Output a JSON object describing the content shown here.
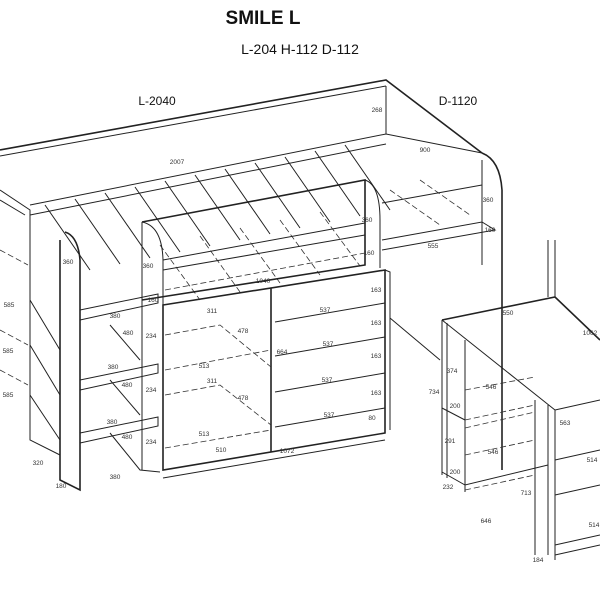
{
  "header": {
    "title": "SMILE L",
    "subtitle": "L-204 H-112 D-112"
  },
  "overall": {
    "length": "L-2040",
    "depth": "D-1120"
  },
  "bed": {
    "rail_height": "268",
    "mattress_length": "2007",
    "mattress_width": "900",
    "right_guard": "360",
    "right_gap": "160",
    "right_shelf": "555",
    "mid_guard": "360",
    "mid_gap": "160",
    "left_guard": "360",
    "left_gap": "160",
    "front_length": "1040"
  },
  "ladder": {
    "steps": [
      "380",
      "380",
      "380"
    ],
    "step_depths": [
      "480",
      "480",
      "480"
    ],
    "step_heights": [
      "234",
      "234",
      "234"
    ],
    "side_heights": [
      "585",
      "585",
      "585"
    ],
    "side_shelf": "360",
    "base_width": "380",
    "base_depth": "320",
    "post_width": "180"
  },
  "cabinet": {
    "shelf_heights": [
      "311",
      "311"
    ],
    "shelf_depths": [
      "478",
      "478"
    ],
    "shelf_widths": [
      "513",
      "513"
    ],
    "bottom_width": "510",
    "total_width": "1072",
    "height": "664",
    "drawer_heights": [
      "163",
      "163",
      "163",
      "163"
    ],
    "drawer_widths": [
      "537",
      "537",
      "537",
      "537"
    ],
    "plinth": "80"
  },
  "desk": {
    "top_width": "550",
    "top_length": "1062",
    "upper_gap": "374",
    "height": "734",
    "shelf_widths": [
      "546",
      "546"
    ],
    "shelf_depths": [
      "200",
      "200"
    ],
    "lower_gap": "291",
    "base_depth": "232",
    "leg_height": "713",
    "depth": "646",
    "drawer_height": "563",
    "drawer_widths": [
      "514",
      "514"
    ],
    "plinth": "184"
  }
}
